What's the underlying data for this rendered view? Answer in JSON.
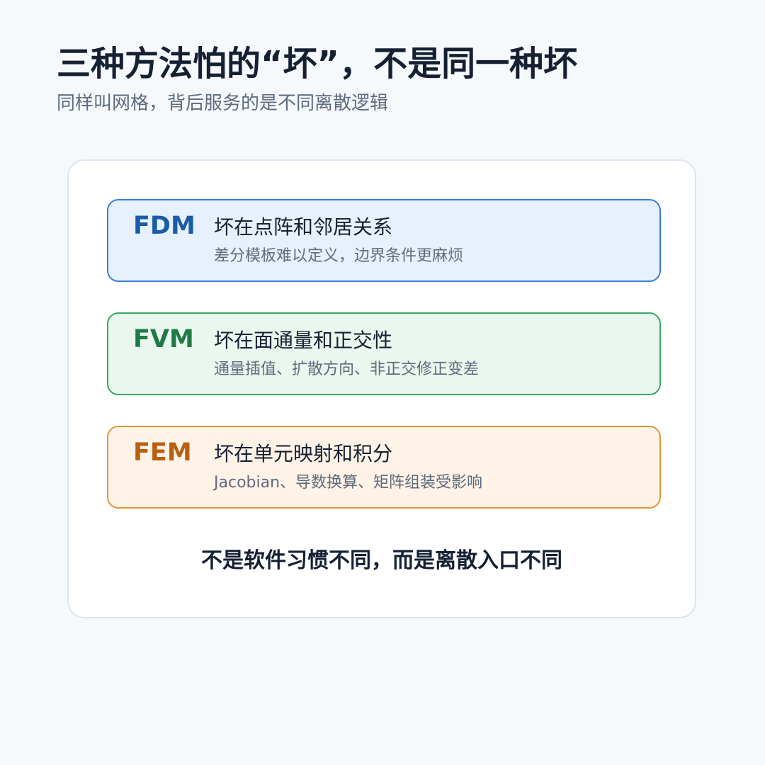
{
  "header": {
    "title": "三种方法怕的“坏”，不是同一种坏",
    "subtitle": "同样叫网格，背后服务的是不同离散逻辑"
  },
  "rows": [
    {
      "method": "FDM",
      "headline": "坏在点阵和邻居关系",
      "detail": "差分模板难以定义，边界条件更麻烦",
      "colors": {
        "border": "#3b7dd8",
        "fill": "#e6f1fd",
        "accent": "#1a5ca8"
      }
    },
    {
      "method": "FVM",
      "headline": "坏在面通量和正交性",
      "detail": "通量插值、扩散方向、非正交修正变差",
      "colors": {
        "border": "#3aa863",
        "fill": "#e9f7ee",
        "accent": "#1e7a46"
      }
    },
    {
      "method": "FEM",
      "headline": "坏在单元映射和积分",
      "detail": "Jacobian、导数换算、矩阵组装受影响",
      "colors": {
        "border": "#e3963a",
        "fill": "#fff2e6",
        "accent": "#b85f12"
      }
    }
  ],
  "footer": {
    "conclusion": "不是软件习惯不同，而是离散入口不同"
  }
}
